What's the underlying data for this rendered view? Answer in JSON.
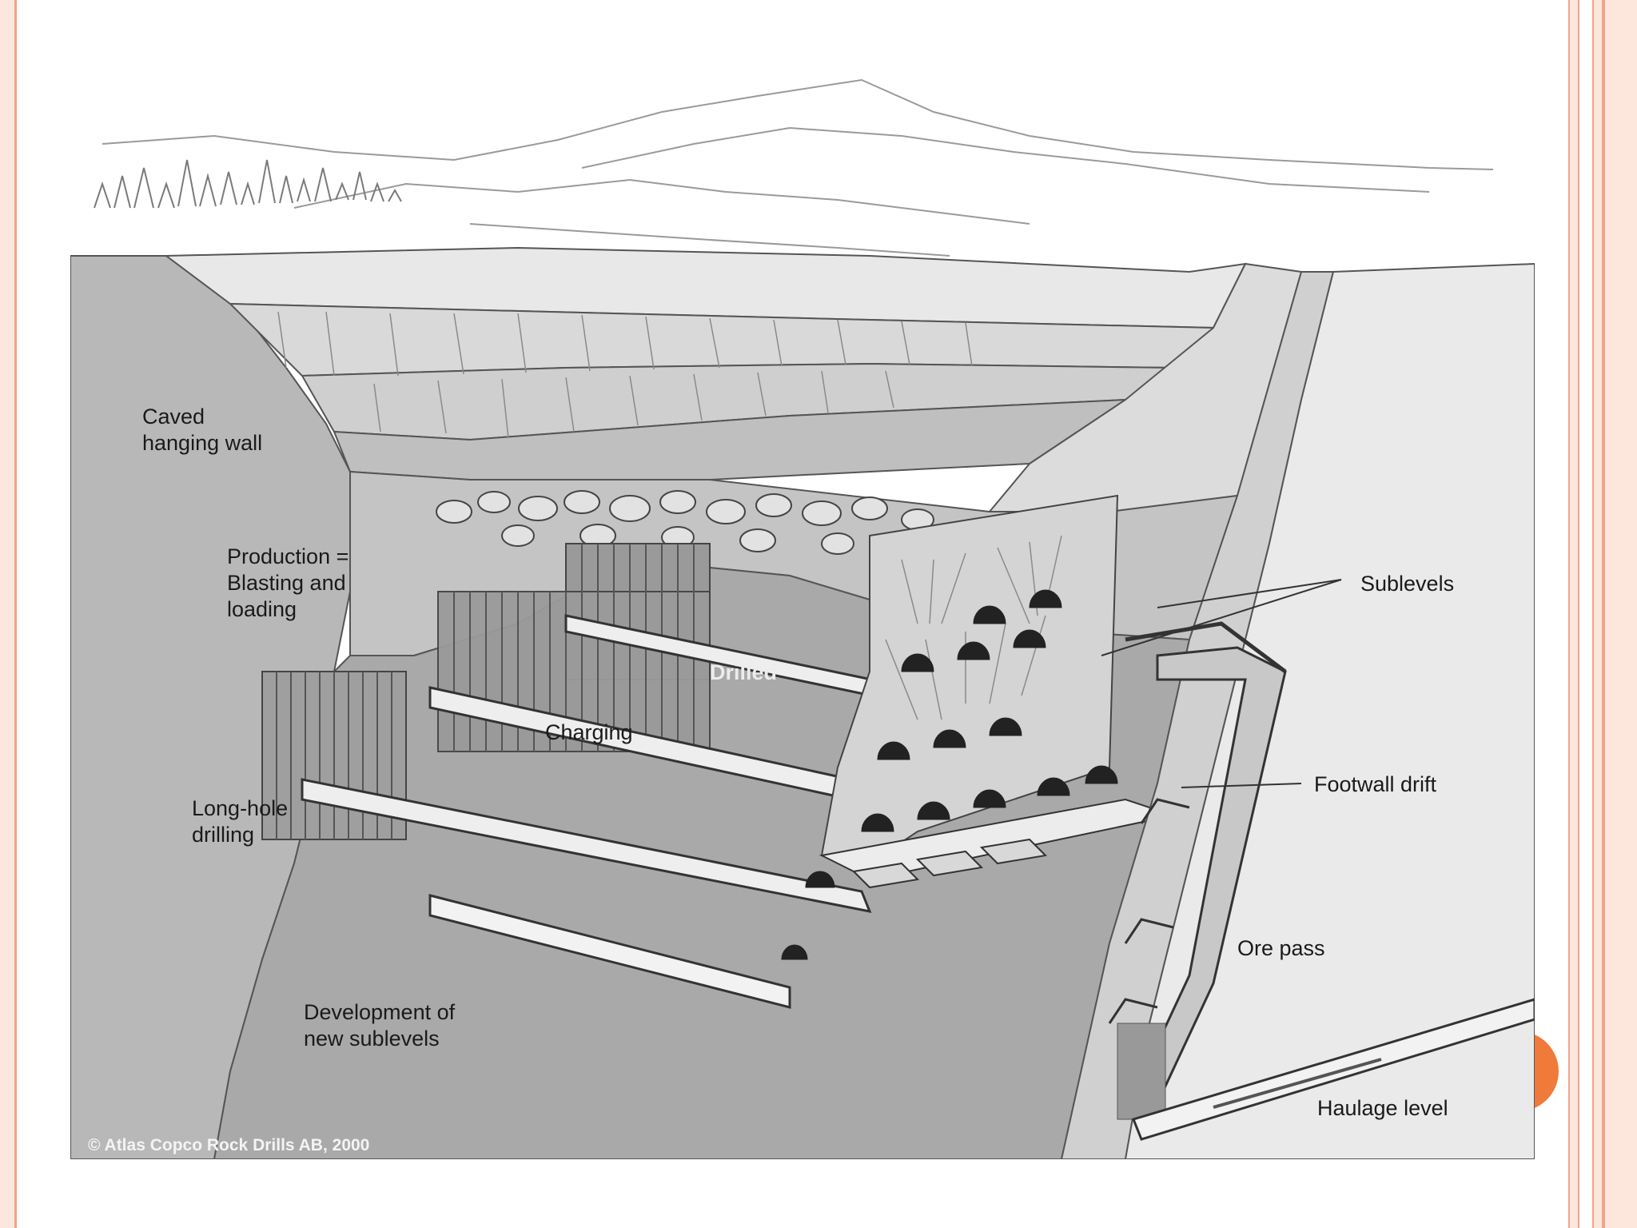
{
  "labels": {
    "caved_hanging_wall": "Caved\nhanging wall",
    "production": "Production =\nBlasting and\nloading",
    "drilled": "Drilled",
    "charging": "Charging",
    "long_hole_drilling": "Long-hole\ndrilling",
    "development": "Development of\nnew sublevels",
    "sublevels": "Sublevels",
    "footwall_drift": "Footwall drift",
    "ore_pass": "Ore pass",
    "haulage_level": "Haulage level",
    "copyright": "© Atlas Copco Rock Drills AB, 2000"
  },
  "colors": {
    "frame_border": "#f2a48a",
    "frame_fill": "#fde6dc",
    "accent_dot": "#f07a3a",
    "rock_dark": "#8c8c8c",
    "rock_mid": "#b5b5b5",
    "rock_light": "#d9d9d9"
  }
}
